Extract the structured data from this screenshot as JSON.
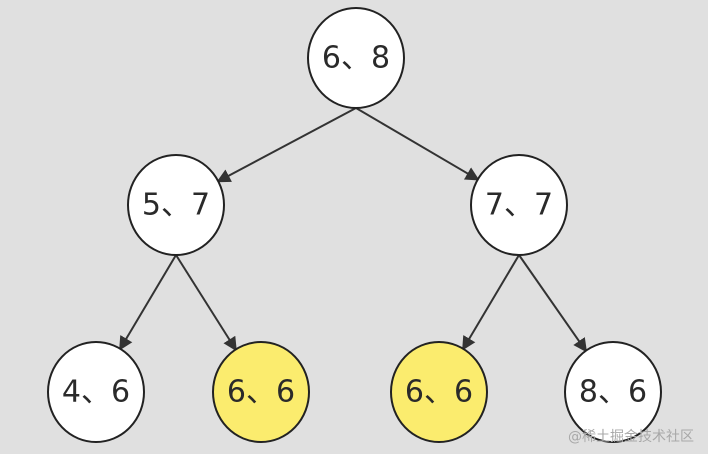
{
  "tree": {
    "colors": {
      "background": "#e0e0e0",
      "node_fill": "#ffffff",
      "highlight_fill": "#fbec6e",
      "node_stroke": "#222222",
      "edge_stroke": "#333333"
    },
    "nodes": [
      {
        "id": "root",
        "label": "6、8",
        "highlighted": false
      },
      {
        "id": "left",
        "label": "5、7",
        "highlighted": false
      },
      {
        "id": "right",
        "label": "7、7",
        "highlighted": false
      },
      {
        "id": "left-left",
        "label": "4、6",
        "highlighted": false
      },
      {
        "id": "left-right",
        "label": "6、6",
        "highlighted": true
      },
      {
        "id": "right-left",
        "label": "6、6",
        "highlighted": true
      },
      {
        "id": "right-right",
        "label": "8、6",
        "highlighted": false
      }
    ],
    "edges": [
      {
        "from": "root",
        "to": "left"
      },
      {
        "from": "root",
        "to": "right"
      },
      {
        "from": "left",
        "to": "left-left"
      },
      {
        "from": "left",
        "to": "left-right"
      },
      {
        "from": "right",
        "to": "right-left"
      },
      {
        "from": "right",
        "to": "right-right"
      }
    ]
  },
  "watermark": "@稀土掘金技术社区"
}
